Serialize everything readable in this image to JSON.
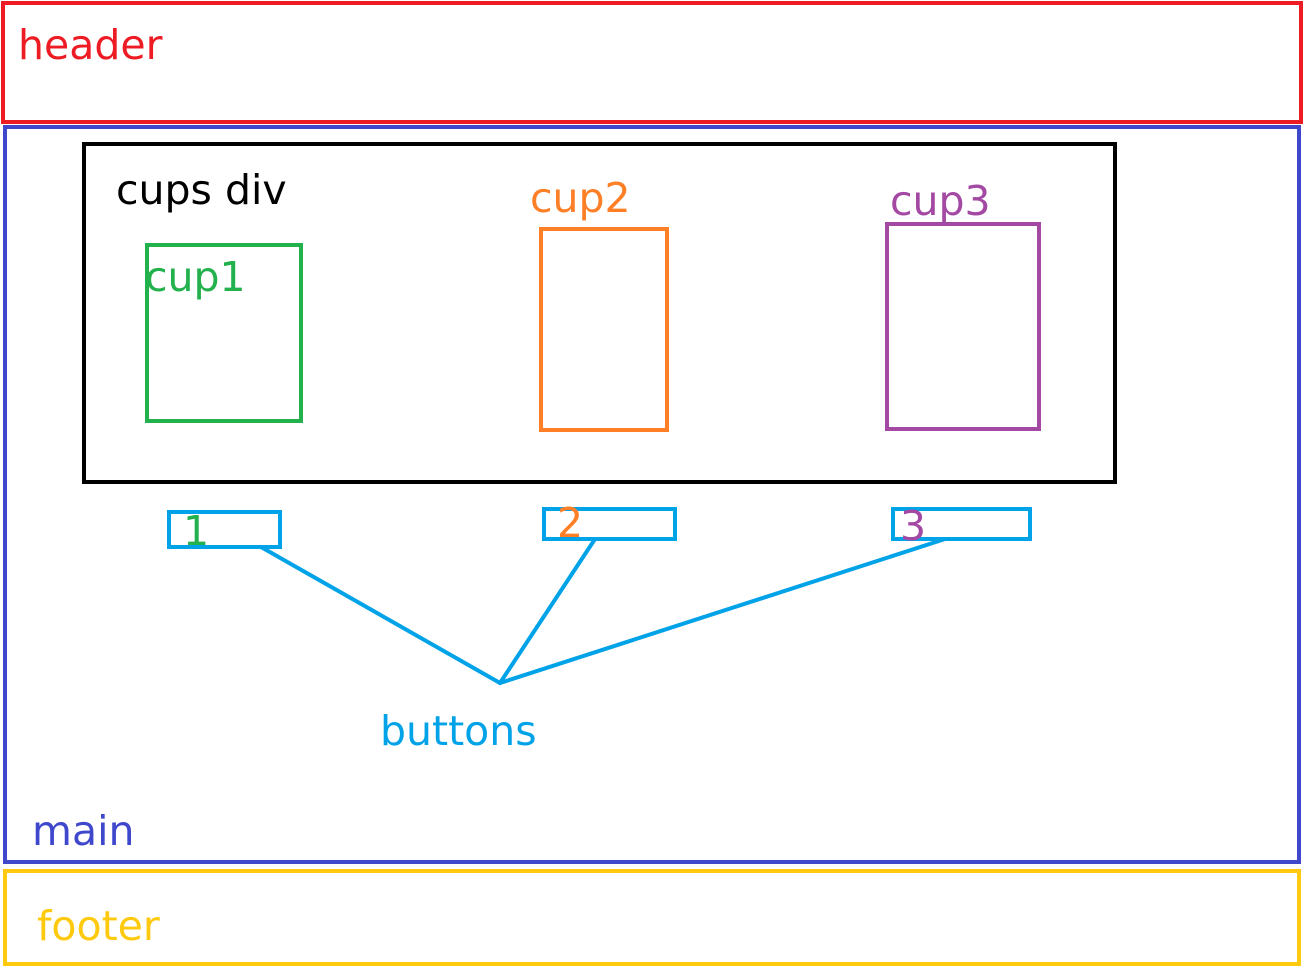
{
  "labels": {
    "header": "header",
    "main": "main",
    "footer": "footer",
    "cups_div": "cups div",
    "cup1": "cup1",
    "cup2": "cup2",
    "cup3": "cup3",
    "button1": "1",
    "button2": "2",
    "button3": "3",
    "buttons": "buttons"
  },
  "colors": {
    "header": "#ed1c24",
    "main": "#3f48cc",
    "footer": "#ffc90e",
    "cups_div": "#000000",
    "cup1": "#22b14c",
    "cup2": "#ff7f27",
    "cup3": "#a349a4",
    "buttons": "#00a2e8"
  }
}
